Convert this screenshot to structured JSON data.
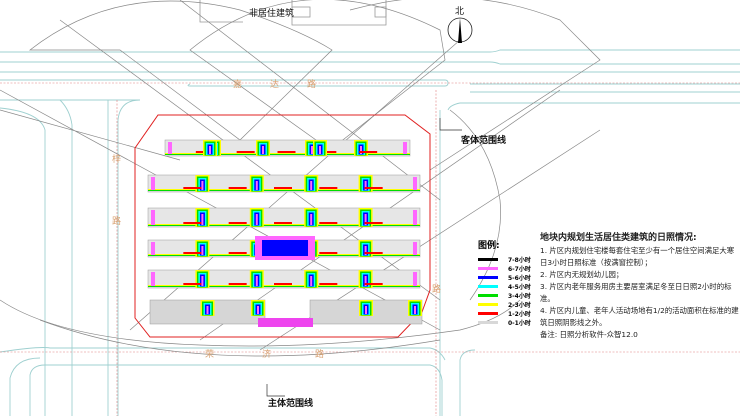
{
  "labels": {
    "non_residential": "非居住建筑",
    "north": "北",
    "guest_boundary": "客体范围线",
    "main_boundary": "主体范围线"
  },
  "roads": {
    "top": [
      "嘉",
      "达",
      "路"
    ],
    "bottom": [
      "荣",
      "济",
      "路"
    ],
    "left": [
      "梓",
      "路"
    ],
    "right": [
      "路"
    ]
  },
  "legend": {
    "title": "图例:",
    "items": [
      {
        "label": "7-8小时",
        "color": "#000000"
      },
      {
        "label": "6-7小时",
        "color": "#ff66ff"
      },
      {
        "label": "5-6小时",
        "color": "#0000ff"
      },
      {
        "label": "4-5小时",
        "color": "#00ffff"
      },
      {
        "label": "3-4小时",
        "color": "#00dd00"
      },
      {
        "label": "2-3小时",
        "color": "#ffff00"
      },
      {
        "label": "1-2小时",
        "color": "#ff0000"
      },
      {
        "label": "0-1小时",
        "color": "#d8d8d8"
      }
    ]
  },
  "notes": {
    "title": "地块内规划生活居住类建筑的日照情况:",
    "lines": [
      "1. 片区内规划住宅楼每套住宅至少有一个居住空间满足大寒日3小时日照标准（按满窗控制）；",
      "2. 片区内无规划幼儿园；",
      "3. 片区内老年服务用房主要居室满足冬至日日照2小时的标准。",
      "4. 片区内儿童、老年人活动场地有1/2的活动面积在标准的建筑日照阴影线之外。",
      "备注: 日照分析软件-众智12.0"
    ]
  }
}
